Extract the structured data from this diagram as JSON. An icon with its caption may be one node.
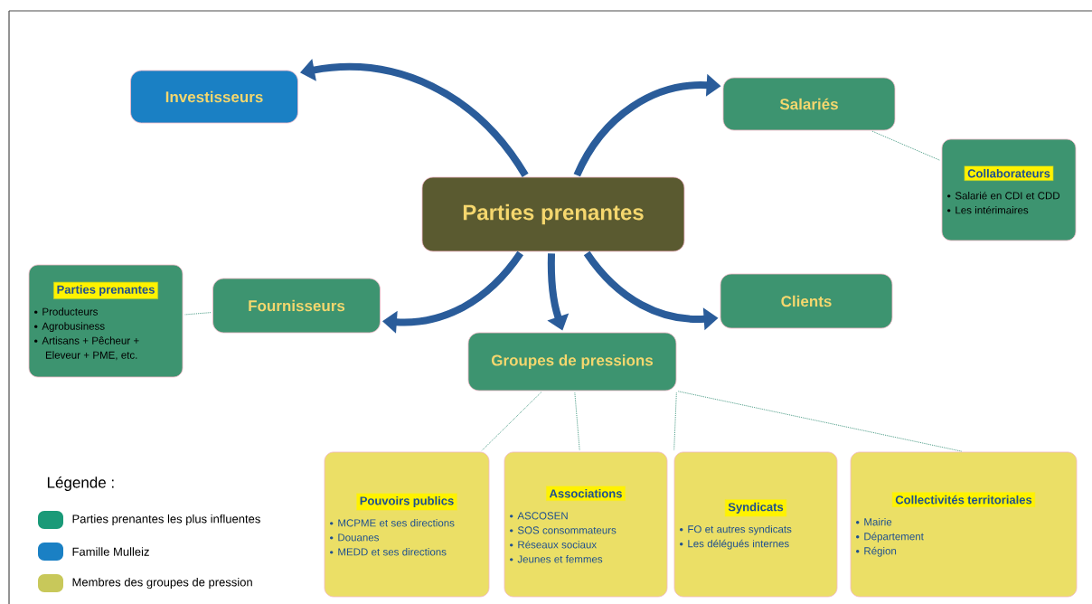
{
  "diagram": {
    "nodes": [
      {
        "text": [
          "Parties prenantes"
        ]
      },
      {
        "text": [
          "Investisseurs"
        ]
      },
      {
        "text": [
          "Salariés"
        ]
      },
      {
        "text": [
          "Collaborateurs",
          "Salarié en CDI et CDD",
          "Les intérimaires"
        ]
      },
      {
        "text": [
          "Parties prenantes",
          "Producteurs",
          "Agrobusiness",
          "Artisans + Pêcheur + Eleveur + PME, etc."
        ]
      },
      {
        "text": [
          "Fournisseurs"
        ]
      },
      {
        "text": [
          "Clients"
        ]
      },
      {
        "text": [
          "Groupes de pressions"
        ]
      },
      {
        "text": [
          "Pouvoirs publics",
          "MCPME et ses directions",
          "Douanes",
          "MEDD et ses directions"
        ]
      },
      {
        "text": [
          "Associations",
          "ASCOSEN",
          "SOS consommateurs",
          "Réseaux sociaux",
          "Jeunes et femmes"
        ]
      },
      {
        "text": [
          "Syndicats",
          "FO et autres syndicats",
          "Les délégués internes"
        ]
      },
      {
        "text": [
          "Collectivités territoriales",
          "Mairie",
          "Département",
          "Région"
        ]
      }
    ],
    "edges": [
      {
        "from": 0,
        "to": 1,
        "arrow": "to",
        "style": "thick",
        "color": "#2a5c9a"
      },
      {
        "from": 0,
        "to": 2,
        "arrow": "to",
        "style": "thick",
        "color": "#2a5c9a"
      },
      {
        "from": 0,
        "to": 5,
        "arrow": "to",
        "style": "thick",
        "color": "#2a5c9a"
      },
      {
        "from": 0,
        "to": 7,
        "arrow": "to",
        "style": "thick",
        "color": "#2a5c9a"
      },
      {
        "from": 0,
        "to": 6,
        "arrow": "to",
        "style": "thick",
        "color": "#2a5c9a"
      },
      {
        "from": 2,
        "to": 3,
        "arrow": "none",
        "style": "dashed"
      },
      {
        "from": 5,
        "to": 4,
        "arrow": "none",
        "style": "dashed"
      },
      {
        "from": 7,
        "to": 8,
        "arrow": "none",
        "style": "dashed"
      },
      {
        "from": 7,
        "to": 9,
        "arrow": "none",
        "style": "dashed"
      },
      {
        "from": 7,
        "to": 10,
        "arrow": "none",
        "style": "dashed"
      },
      {
        "from": 7,
        "to": 11,
        "arrow": "none",
        "style": "dashed"
      }
    ],
    "labels": [
      "Légende :"
    ],
    "legend": [
      {
        "text": "Parties prenantes les plus influentes",
        "color": "#1a9a78"
      },
      {
        "text": "Famille Mulleiz",
        "color": "#1a80c4"
      },
      {
        "text": "Membres des groupes de pression",
        "color": "#c8c85a"
      }
    ]
  }
}
